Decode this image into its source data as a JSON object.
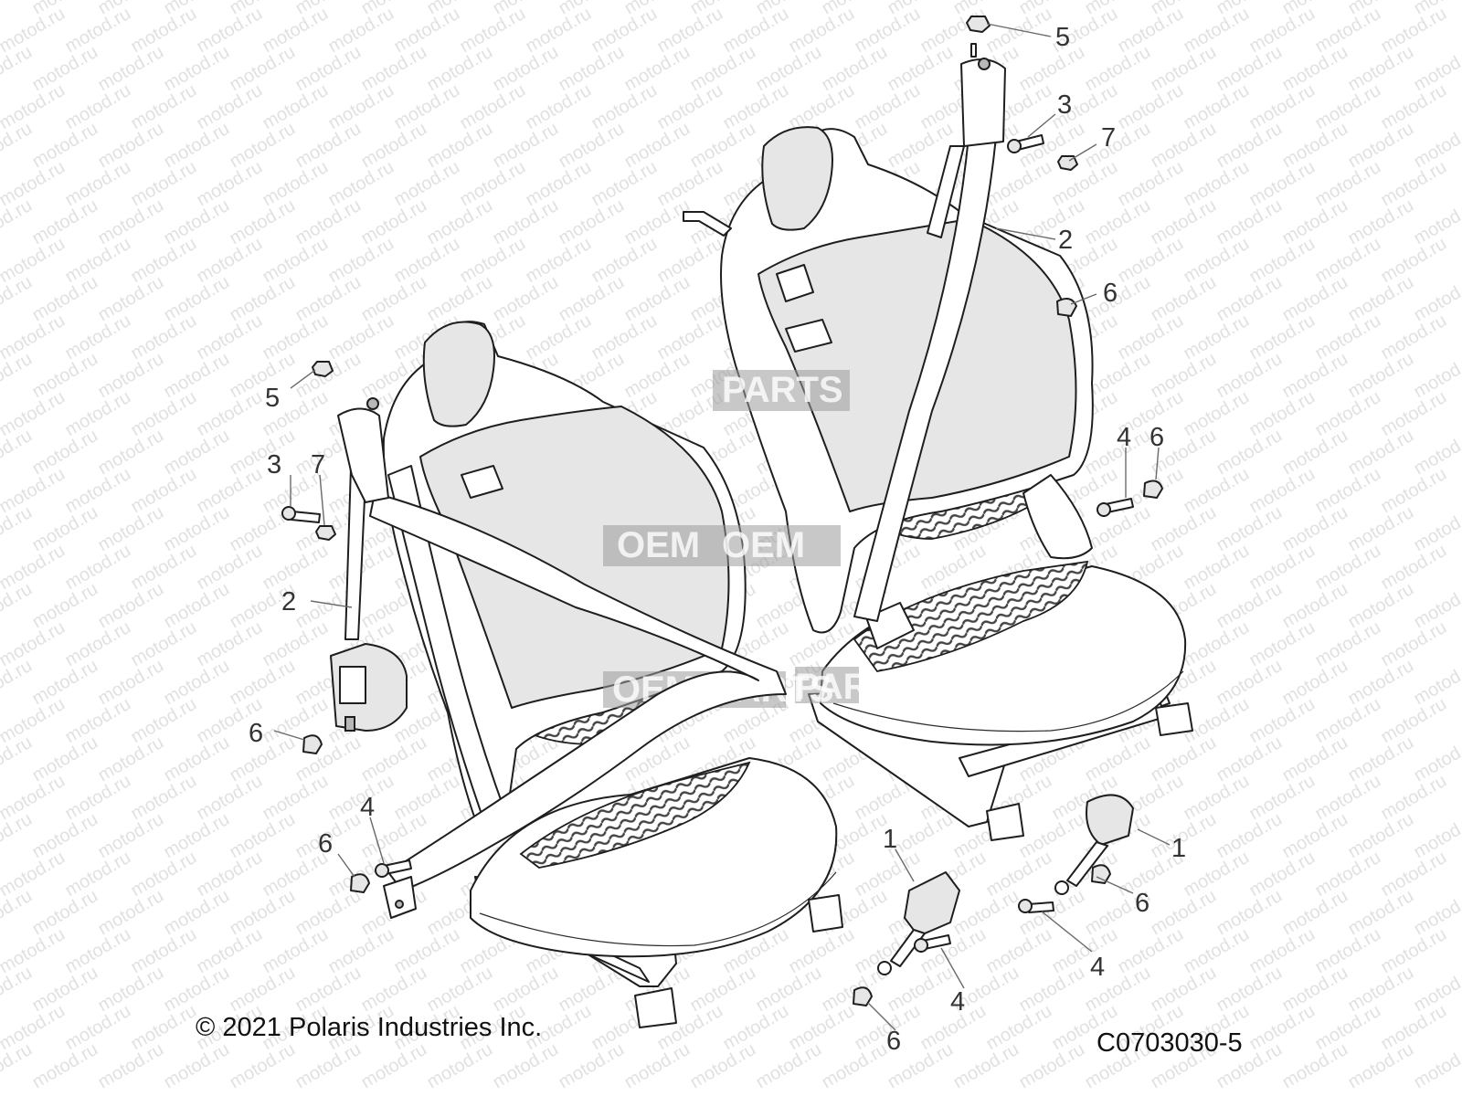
{
  "diagram": {
    "watermark_text": "motod.ru",
    "overlay_marks": [
      "OEM",
      "PARTS",
      "OEM",
      "PARTS",
      "OEM",
      "PARTS"
    ],
    "callouts": [
      "5",
      "3",
      "7",
      "2",
      "6",
      "4",
      "6",
      "5",
      "3",
      "7",
      "2",
      "6",
      "6",
      "4",
      "6",
      "1",
      "1",
      "6",
      "4",
      "4",
      "6"
    ],
    "copyright": "© 2021 Polaris Industries Inc.",
    "figure_code": "C0703030-5"
  }
}
